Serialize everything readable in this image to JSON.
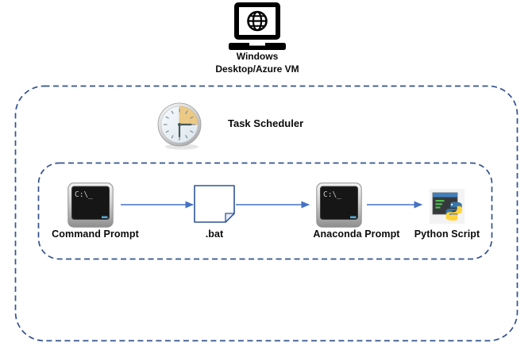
{
  "header": {
    "title_line1": "Windows",
    "title_line2": "Desktop/Azure VM"
  },
  "scheduler": {
    "label": "Task Scheduler"
  },
  "flow": {
    "nodes": [
      {
        "label": "Command Prompt",
        "screen_text": "C:\\_"
      },
      {
        "label": ".bat"
      },
      {
        "label": "Anaconda Prompt",
        "screen_text": "C:\\_"
      },
      {
        "label": "Python Script"
      }
    ]
  },
  "colors": {
    "boundary_dash": "#33518E",
    "arrow": "#4472C4",
    "document_border": "#2F5496",
    "scheduler_wedge": "#ECCA86",
    "python_blue": "#3776AB",
    "python_yellow": "#FFD43B",
    "terminal_screen": "#161616",
    "label_text": "#0A0A0A"
  }
}
